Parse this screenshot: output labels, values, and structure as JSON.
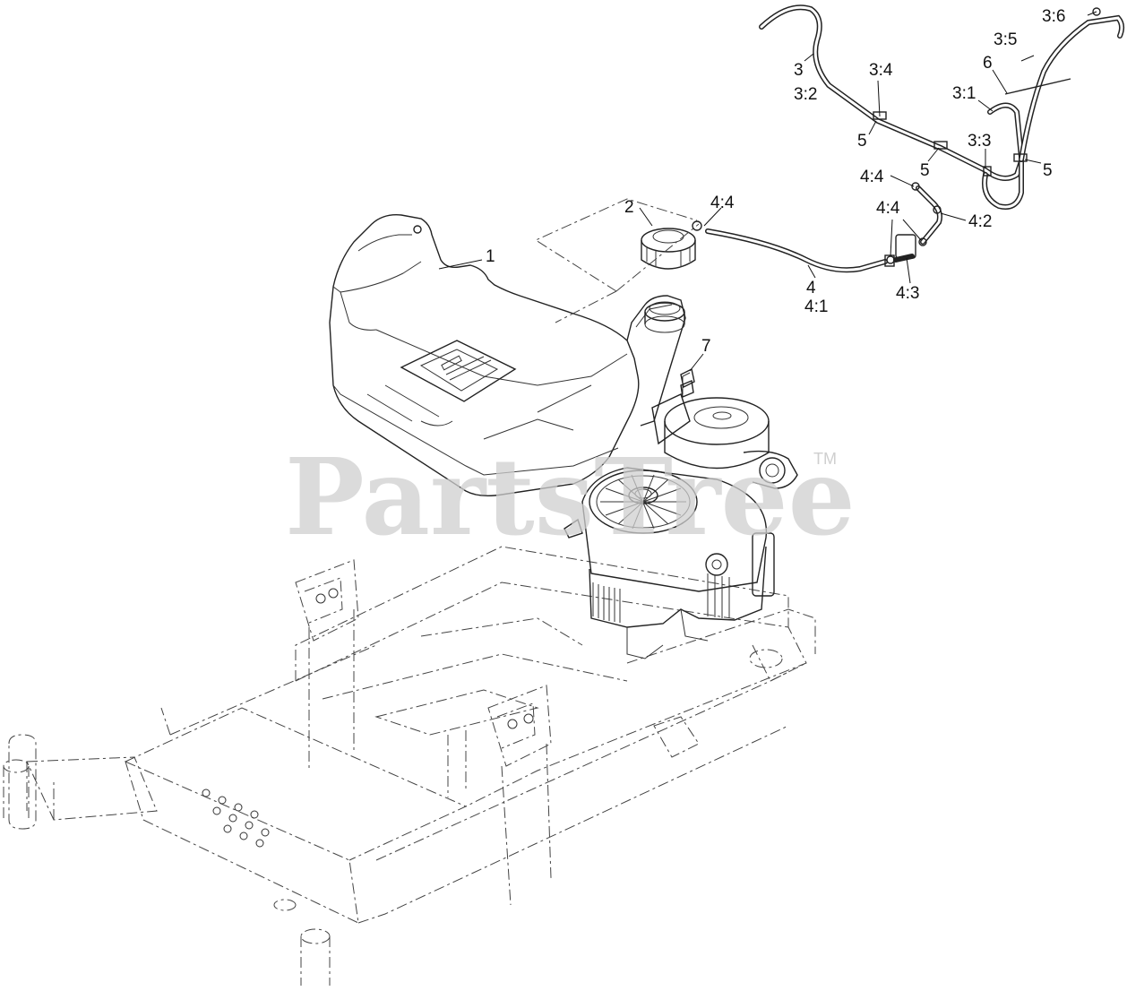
{
  "watermark": {
    "brand": "PartsTree",
    "trademark": "TM"
  },
  "callouts": {
    "c_1": "1",
    "c_2": "2",
    "c_3": "3",
    "c_3_2": "3:2",
    "c_3_4": "3:4",
    "c_3_6": "3:6",
    "c_3_5": "3:5",
    "c_6": "6",
    "c_3_1": "3:1",
    "c_3_3": "3:3",
    "c_5_a": "5",
    "c_5_b": "5",
    "c_5_c": "5",
    "c_4_4_a": "4:4",
    "c_4_4_b": "4:4",
    "c_4_4_c": "4:4",
    "c_4_2": "4:2",
    "c_4": "4",
    "c_4_1": "4:1",
    "c_4_3": "4:3",
    "c_7": "7"
  }
}
